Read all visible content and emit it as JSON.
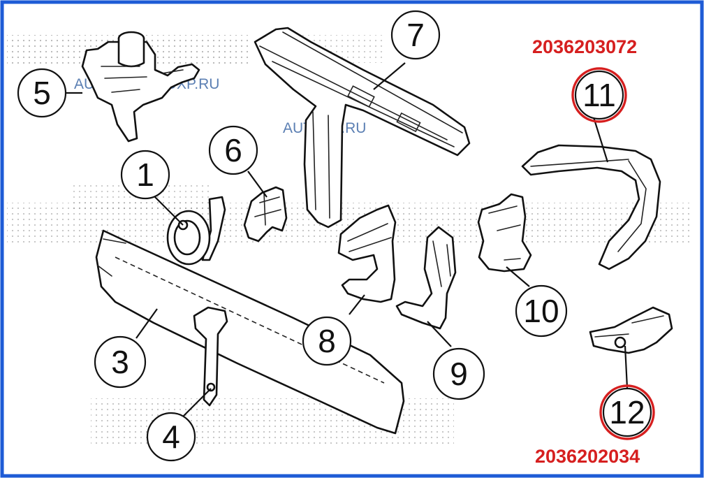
{
  "watermarks": [
    "AUTOX",
    "AUTOXP.RU",
    "AUTOXP.RU"
  ],
  "part_numbers": {
    "upper": "2036203072",
    "lower": "2036202034"
  },
  "callouts": [
    {
      "label": "1"
    },
    {
      "label": "3"
    },
    {
      "label": "4"
    },
    {
      "label": "5"
    },
    {
      "label": "6"
    },
    {
      "label": "7"
    },
    {
      "label": "8"
    },
    {
      "label": "9"
    },
    {
      "label": "10"
    },
    {
      "label": "11"
    },
    {
      "label": "12"
    }
  ],
  "colors": {
    "frame": "#1e5bd6",
    "highlight": "#d61f1f",
    "watermark": "#5b7fb3",
    "line": "#111111"
  },
  "highlighted_callouts": [
    "11",
    "12"
  ]
}
